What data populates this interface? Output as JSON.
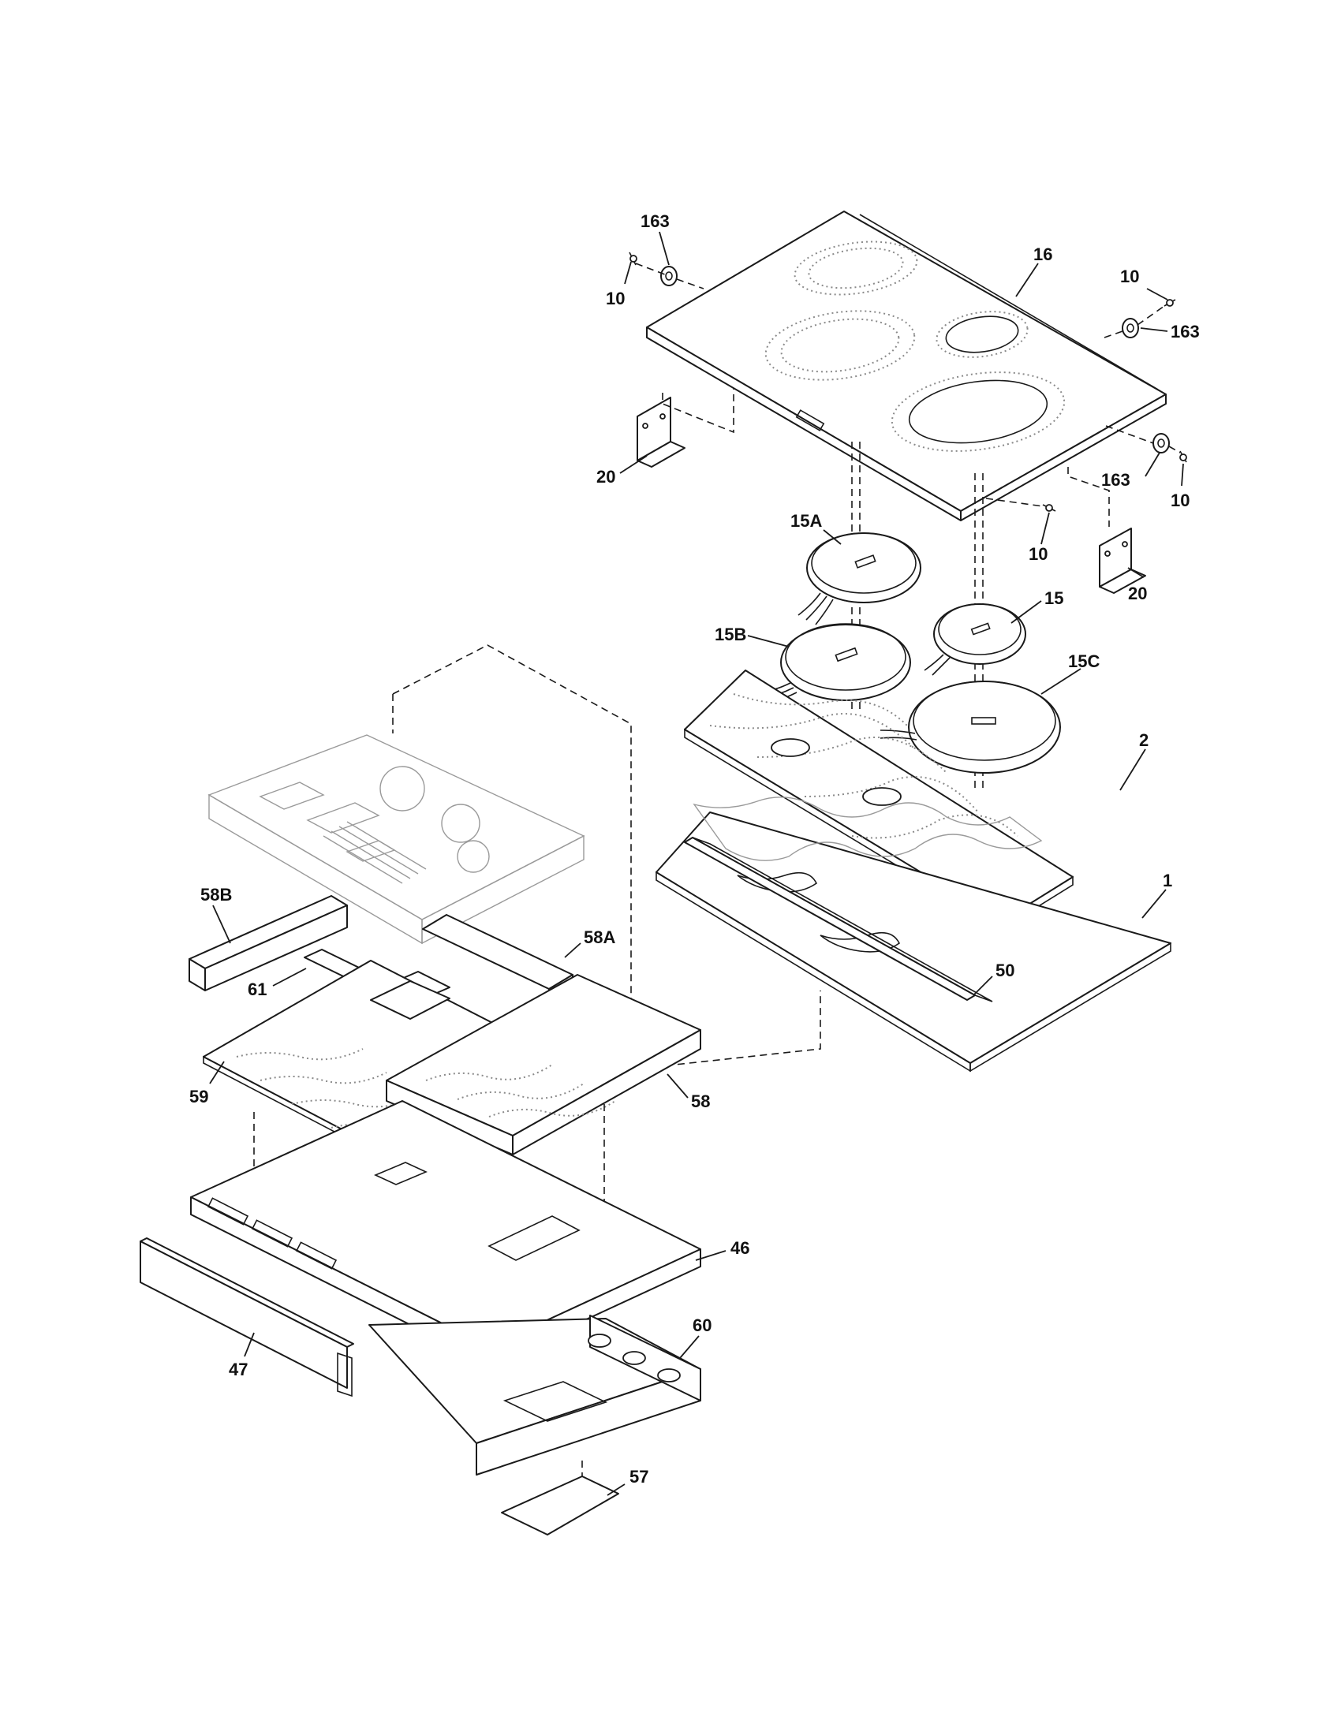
{
  "callouts": {
    "p163_left": "163",
    "p10_left": "10",
    "p16": "16",
    "p10_right_top": "10",
    "p163_right_top": "163",
    "p20_left": "20",
    "p163_right_bottom": "163",
    "p10_right_bottom": "10",
    "p10_center": "10",
    "p20_right": "20",
    "p15A": "15A",
    "p15": "15",
    "p15B": "15B",
    "p15C": "15C",
    "p2": "2",
    "p1": "1",
    "p50": "50",
    "p58B": "58B",
    "p58A": "58A",
    "p61": "61",
    "p58": "58",
    "p59": "59",
    "p46": "46",
    "p47": "47",
    "p60": "60",
    "p57": "57"
  },
  "colors": {
    "line": "#1a1a1a",
    "ghost": "#9a9a9a",
    "background": "#ffffff"
  }
}
